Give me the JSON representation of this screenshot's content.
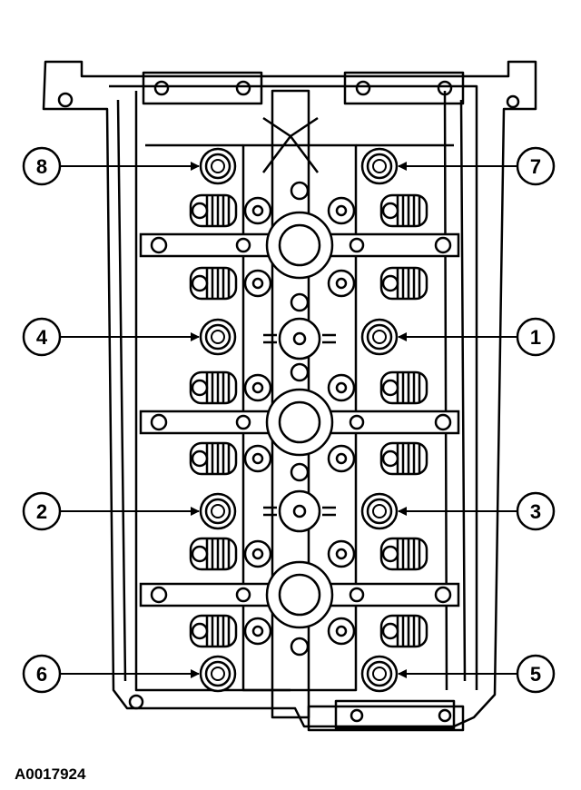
{
  "figure": {
    "id": "A0017924",
    "callouts": [
      {
        "label": "8",
        "side": "left"
      },
      {
        "label": "7",
        "side": "right"
      },
      {
        "label": "4",
        "side": "left"
      },
      {
        "label": "1",
        "side": "right"
      },
      {
        "label": "2",
        "side": "left"
      },
      {
        "label": "3",
        "side": "right"
      },
      {
        "label": "6",
        "side": "left"
      },
      {
        "label": "5",
        "side": "right"
      }
    ]
  }
}
